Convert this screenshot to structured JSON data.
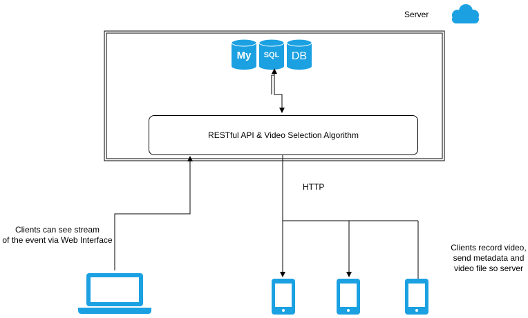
{
  "server_label": "Server",
  "db_badges": {
    "my": "My",
    "sql": "SQL",
    "db": "DB"
  },
  "api_box_label": "RESTful API & Video Selection Algorithm",
  "http_label": "HTTP",
  "web_clients_note": [
    "Clients can see stream",
    "of the event via Web Interface"
  ],
  "mobile_clients_note": [
    "Clients record video,",
    "send metadata and",
    "video file so server"
  ],
  "icons": [
    "cloud-icon",
    "mysql-db-icon",
    "laptop-icon",
    "tablet-icon"
  ],
  "colors": {
    "accent": "#1ba1e2",
    "line": "#000000",
    "background": "#ffffff"
  }
}
